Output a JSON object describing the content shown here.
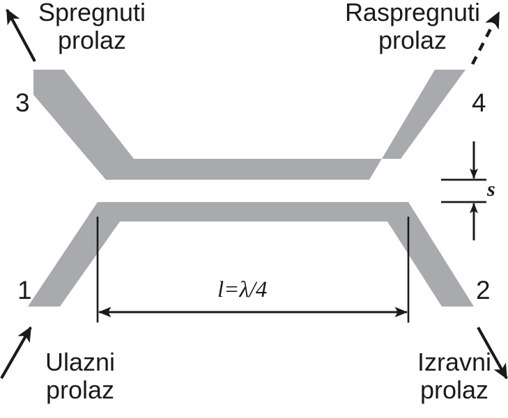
{
  "diagram": {
    "title": "Branch-line / coupled-line directional coupler",
    "colors": {
      "conductor": "#a8aaad",
      "ink": "#1a1a1a",
      "background": "#ffffff"
    },
    "ports": [
      {
        "number": "1",
        "label_line1": "Ulazni",
        "label_line2": "prolaz",
        "position": "bottom-left"
      },
      {
        "number": "2",
        "label_line1": "Izravni",
        "label_line2": "prolaz",
        "position": "bottom-right"
      },
      {
        "number": "3",
        "label_line1": "Spregnuti",
        "label_line2": "prolaz",
        "position": "top-left"
      },
      {
        "number": "4",
        "label_line1": "Raspregnuti",
        "label_line2": "prolaz",
        "position": "top-right"
      }
    ],
    "dimensions": {
      "length_label": "l=λ/4",
      "gap_label": "s"
    },
    "arrows": {
      "input_arrow": "arrow-up-right-solid",
      "through_arrow": "arrow-down-right-solid",
      "coupled_arrow": "arrow-up-left-solid",
      "isolated_arrow": "arrow-up-right-dashed"
    }
  }
}
